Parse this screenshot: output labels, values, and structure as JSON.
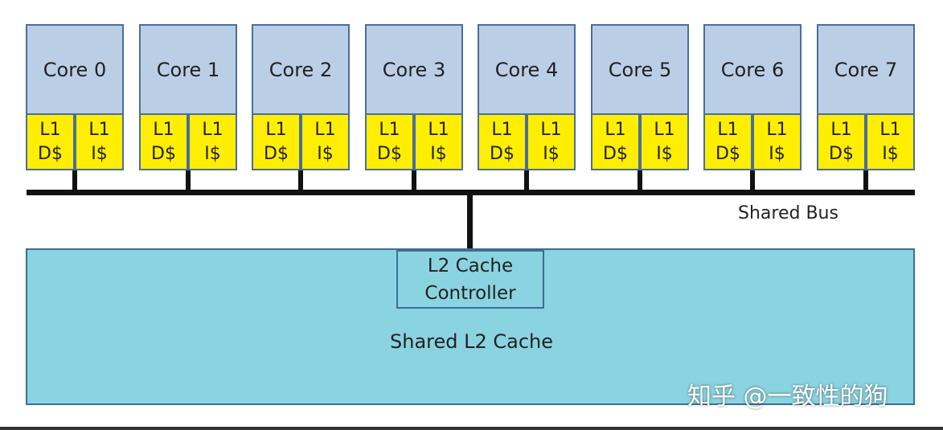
{
  "cores": [
    {
      "label": "Core 0",
      "dcache": [
        "L1",
        "D$"
      ],
      "icache": [
        "L1",
        "I$"
      ]
    },
    {
      "label": "Core 1",
      "dcache": [
        "L1",
        "D$"
      ],
      "icache": [
        "L1",
        "I$"
      ]
    },
    {
      "label": "Core 2",
      "dcache": [
        "L1",
        "D$"
      ],
      "icache": [
        "L1",
        "I$"
      ]
    },
    {
      "label": "Core 3",
      "dcache": [
        "L1",
        "D$"
      ],
      "icache": [
        "L1",
        "I$"
      ]
    },
    {
      "label": "Core 4",
      "dcache": [
        "L1",
        "D$"
      ],
      "icache": [
        "L1",
        "I$"
      ]
    },
    {
      "label": "Core 5",
      "dcache": [
        "L1",
        "D$"
      ],
      "icache": [
        "L1",
        "I$"
      ]
    },
    {
      "label": "Core 6",
      "dcache": [
        "L1",
        "D$"
      ],
      "icache": [
        "L1",
        "I$"
      ]
    },
    {
      "label": "Core 7",
      "dcache": [
        "L1",
        "D$"
      ],
      "icache": [
        "L1",
        "I$"
      ]
    }
  ],
  "bus": {
    "label": "Shared Bus"
  },
  "l2": {
    "label": "Shared L2 Cache",
    "controller": [
      "L2 Cache",
      "Controller"
    ]
  },
  "watermark": "知乎 @一致性的狗",
  "colors": {
    "core_fill": "#bacfe6",
    "l1_fill": "#ffee00",
    "l2_fill": "#8ad3e0",
    "border": "#4a6e9c",
    "bus": "#111111"
  }
}
